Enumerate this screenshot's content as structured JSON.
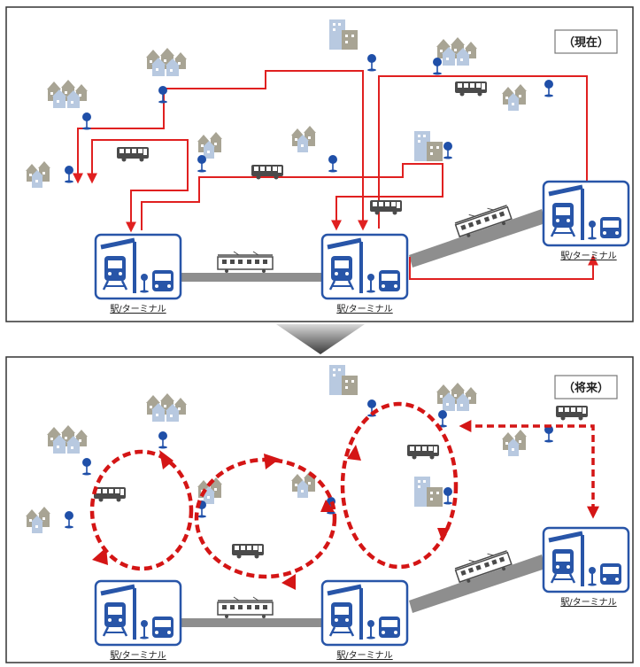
{
  "top_panel": {
    "tag": "（現在）",
    "stations": [
      {
        "label": "駅/ターミナル"
      },
      {
        "label": "駅/ターミナル"
      },
      {
        "label": "駅/ターミナル"
      }
    ]
  },
  "bottom_panel": {
    "tag": "（将来）",
    "stations": [
      {
        "label": "駅/ターミナル"
      },
      {
        "label": "駅/ターミナル"
      },
      {
        "label": "駅/ターミナル"
      }
    ]
  },
  "colors": {
    "route": "#e02020",
    "station_frame": "#2855a8",
    "stop_pin": "#1f4fa8",
    "house": "#a8a494",
    "house_alt": "#b8c9e0",
    "vehicle": "#4a4a4a",
    "rail": "#8e8e8e"
  },
  "icons": {
    "house": "house-cluster-icon",
    "bus": "bus-icon",
    "train": "train-icon",
    "stop": "bus-stop-icon",
    "station": "station-icon"
  }
}
